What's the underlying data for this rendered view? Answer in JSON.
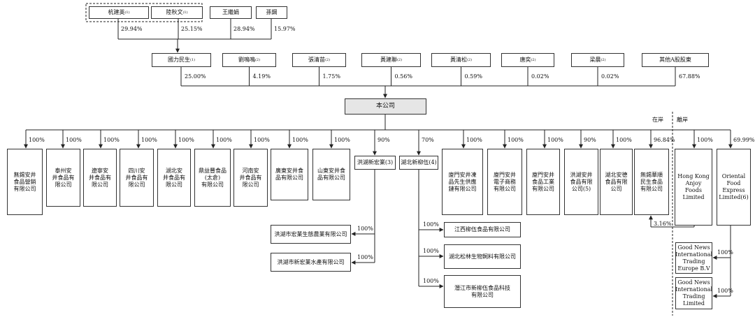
{
  "top_shareholders": [
    {
      "name": "杭建英",
      "note": "(1)",
      "pct": "29.94%"
    },
    {
      "name": "陸秋文",
      "note": "(1)",
      "pct": "25.15%"
    },
    {
      "name": "王繼娟",
      "note": "",
      "pct": "28.94%"
    },
    {
      "name": "孫鋼",
      "note": "",
      "pct": "15.97%"
    }
  ],
  "shareholders": [
    {
      "name": "國力民生",
      "note": "(1)",
      "pct": "25.00%"
    },
    {
      "name": "劉鳴鳴",
      "note": "(2)",
      "pct": "4.19%"
    },
    {
      "name": "張清苗",
      "note": "(2)",
      "pct": "1.75%"
    },
    {
      "name": "黃建聯",
      "note": "(2)",
      "pct": "0.56%"
    },
    {
      "name": "黃清松",
      "note": "(2)",
      "pct": "0.59%"
    },
    {
      "name": "唐奕",
      "note": "(2)",
      "pct": "0.02%"
    },
    {
      "name": "梁晨",
      "note": "(2)",
      "pct": "0.02%"
    },
    {
      "name": "其他A股股東",
      "note": "",
      "pct": "67.88%"
    }
  ],
  "company": "本公司",
  "onshore_label": "在岸",
  "offshore_label": "離岸",
  "subsidiaries": [
    {
      "name": "無錫安井\n食品營銷\n有限公司",
      "pct": "100%"
    },
    {
      "name": "泰州安\n井食品有\n限公司",
      "pct": "100%"
    },
    {
      "name": "遼寧安\n井食品有\n限公司",
      "pct": "100%"
    },
    {
      "name": "四川安\n井食品有\n限公司",
      "pct": "100%"
    },
    {
      "name": "湖北安\n井食品有\n限公司",
      "pct": "100%"
    },
    {
      "name": "鼎益豐食品\n(太倉)\n有限公司",
      "pct": "100%"
    },
    {
      "name": "河南安\n井食品有\n限公司",
      "pct": "100%"
    },
    {
      "name": "廣東安井食\n品有限公司",
      "pct": "100%"
    },
    {
      "name": "山東安井食\n品有限公司",
      "pct": "100%"
    },
    {
      "name": "洪湖新宏業(3)",
      "pct": "90%"
    },
    {
      "name": "湖北新柳伍(4)",
      "pct": "70%"
    },
    {
      "name": "廈門安井凍\n品先生供應\n鏈有限公司",
      "pct": "100%"
    },
    {
      "name": "廈門安井\n電子商務\n有限公司",
      "pct": "100%"
    },
    {
      "name": "廈門安井\n食品工業\n有限公司",
      "pct": "100%"
    },
    {
      "name": "洪湖安井\n食品有限\n公司(5)",
      "pct": "90%"
    },
    {
      "name": "湖北安德\n食品有限\n公司",
      "pct": "100%"
    },
    {
      "name": "無錫華順\n民生食品\n有限公司",
      "pct": "96.84%"
    },
    {
      "name": "Hong Kong\nAnjoy\nFoods\nLimited",
      "pct": "100%"
    },
    {
      "name": "Oriental\nFood\nExpress\nLimited(6)",
      "pct": "69.99%"
    }
  ],
  "hongye_subs": [
    {
      "name": "洪湖市宏業生態農業有限公司",
      "pct": "100%"
    },
    {
      "name": "洪湖市新宏業水產有限公司",
      "pct": "100%"
    }
  ],
  "liuwu_subs": [
    {
      "name": "江西柳伍食品有限公司",
      "pct": "100%"
    },
    {
      "name": "湖北松林生物飼料有限公司",
      "pct": "100%"
    },
    {
      "name": "潛江市新柳伍食品科技\n有限公司",
      "pct": "100%"
    }
  ],
  "hk_to_wuxi_pct": "3.16%",
  "oriental_subs": [
    {
      "name": "Good News\nInternational\nTrading\nEurope B.V",
      "pct": "100%"
    },
    {
      "name": "Good News\nInternational\nTrading\nLimited",
      "pct": "100%"
    }
  ],
  "colors": {
    "line": "#222222",
    "company_fill": "#e6e6e6",
    "border": "#333333"
  }
}
